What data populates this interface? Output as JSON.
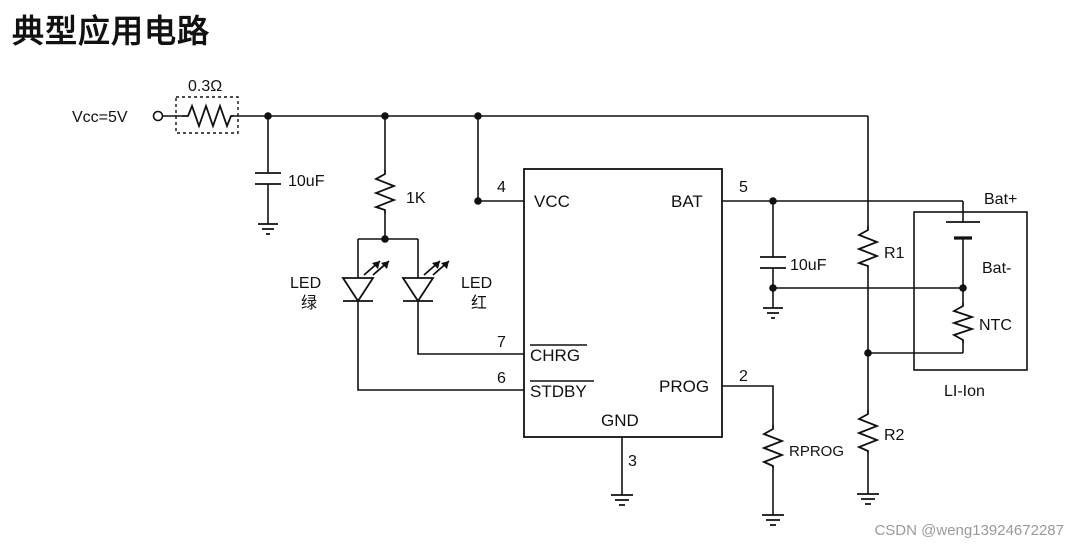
{
  "title": "典型应用电路",
  "watermark": "CSDN @weng13924672287",
  "labels": {
    "vcc_in": "Vcc=5V",
    "r_sense": "0.3Ω",
    "c_in": "10uF",
    "r_led": "1K",
    "led_green": "LED",
    "led_green_cn": "绿",
    "led_red": "LED",
    "led_red_cn": "红",
    "pin_vcc": "VCC",
    "pin_bat": "BAT",
    "pin_chrg": "CHRG",
    "pin_stdby": "STDBY",
    "pin_prog": "PROG",
    "pin_gnd": "GND",
    "pin4": "4",
    "pin5": "5",
    "pin7": "7",
    "pin6": "6",
    "pin2": "2",
    "pin3": "3",
    "c_out": "10uF",
    "r1": "R1",
    "r2": "R2",
    "rprog": "RPROG",
    "bat_plus": "Bat+",
    "bat_minus": "Bat-",
    "ntc": "NTC",
    "battery": "LI-Ion"
  }
}
